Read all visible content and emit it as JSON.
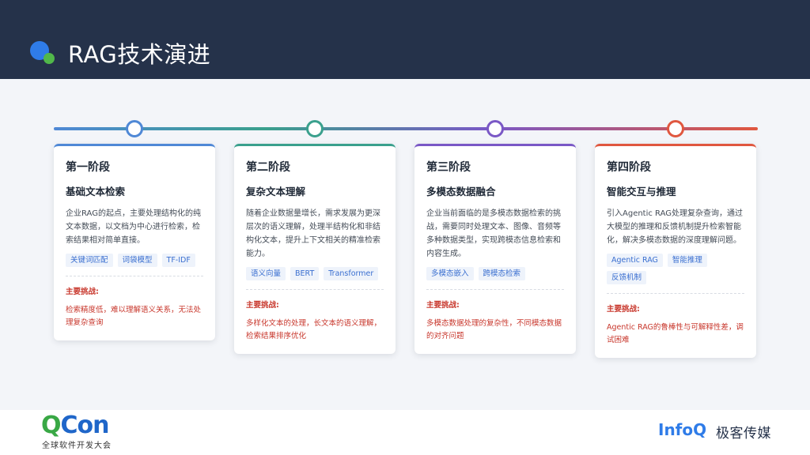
{
  "title": "RAG技术演进",
  "colors": {
    "stage1": "#4f88d6",
    "stage2": "#3aa08d",
    "stage3": "#7a58c6",
    "stage4": "#e0573f"
  },
  "stages": [
    {
      "stage": "第一阶段",
      "subtitle": "基础文本检索",
      "desc": "企业RAG的起点，主要处理结构化的纯文本数据，以文档为中心进行检索，检索结果相对简单直接。",
      "tags": [
        "关键词匹配",
        "词袋模型",
        "TF-IDF"
      ],
      "challenge_label": "主要挑战:",
      "challenge": "检索精度低，难以理解语义关系，无法处理复杂查询"
    },
    {
      "stage": "第二阶段",
      "subtitle": "复杂文本理解",
      "desc": "随着企业数据量增长，需求发展为更深层次的语义理解，处理半结构化和非结构化文本，提升上下文相关的精准检索能力。",
      "tags": [
        "语义向量",
        "BERT",
        "Transformer"
      ],
      "challenge_label": "主要挑战:",
      "challenge": "多样化文本的处理，长文本的语义理解，检索结果排序优化"
    },
    {
      "stage": "第三阶段",
      "subtitle": "多模态数据融合",
      "desc": "企业当前面临的是多模态数据检索的挑战，需要同时处理文本、图像、音频等多种数据类型，实现跨模态信息检索和内容生成。",
      "tags": [
        "多模态嵌入",
        "跨模态检索"
      ],
      "challenge_label": "主要挑战:",
      "challenge": "多模态数据处理的复杂性，不同模态数据的对齐问题"
    },
    {
      "stage": "第四阶段",
      "subtitle": "智能交互与推理",
      "desc": "引入Agentic RAG处理复杂查询，通过大模型的推理和反馈机制提升检索智能化，解决多模态数据的深度理解问题。",
      "tags": [
        "Agentic RAG",
        "智能推理",
        "反馈机制"
      ],
      "challenge_label": "主要挑战:",
      "challenge": "Agentic RAG的鲁棒性与可解释性差，调试困难"
    }
  ],
  "footer": {
    "qcon_q": "Q",
    "qcon_con": "Con",
    "qcon_sub": "全球软件开发大会",
    "infoq": "InfoQ",
    "geek": "极客传媒"
  }
}
